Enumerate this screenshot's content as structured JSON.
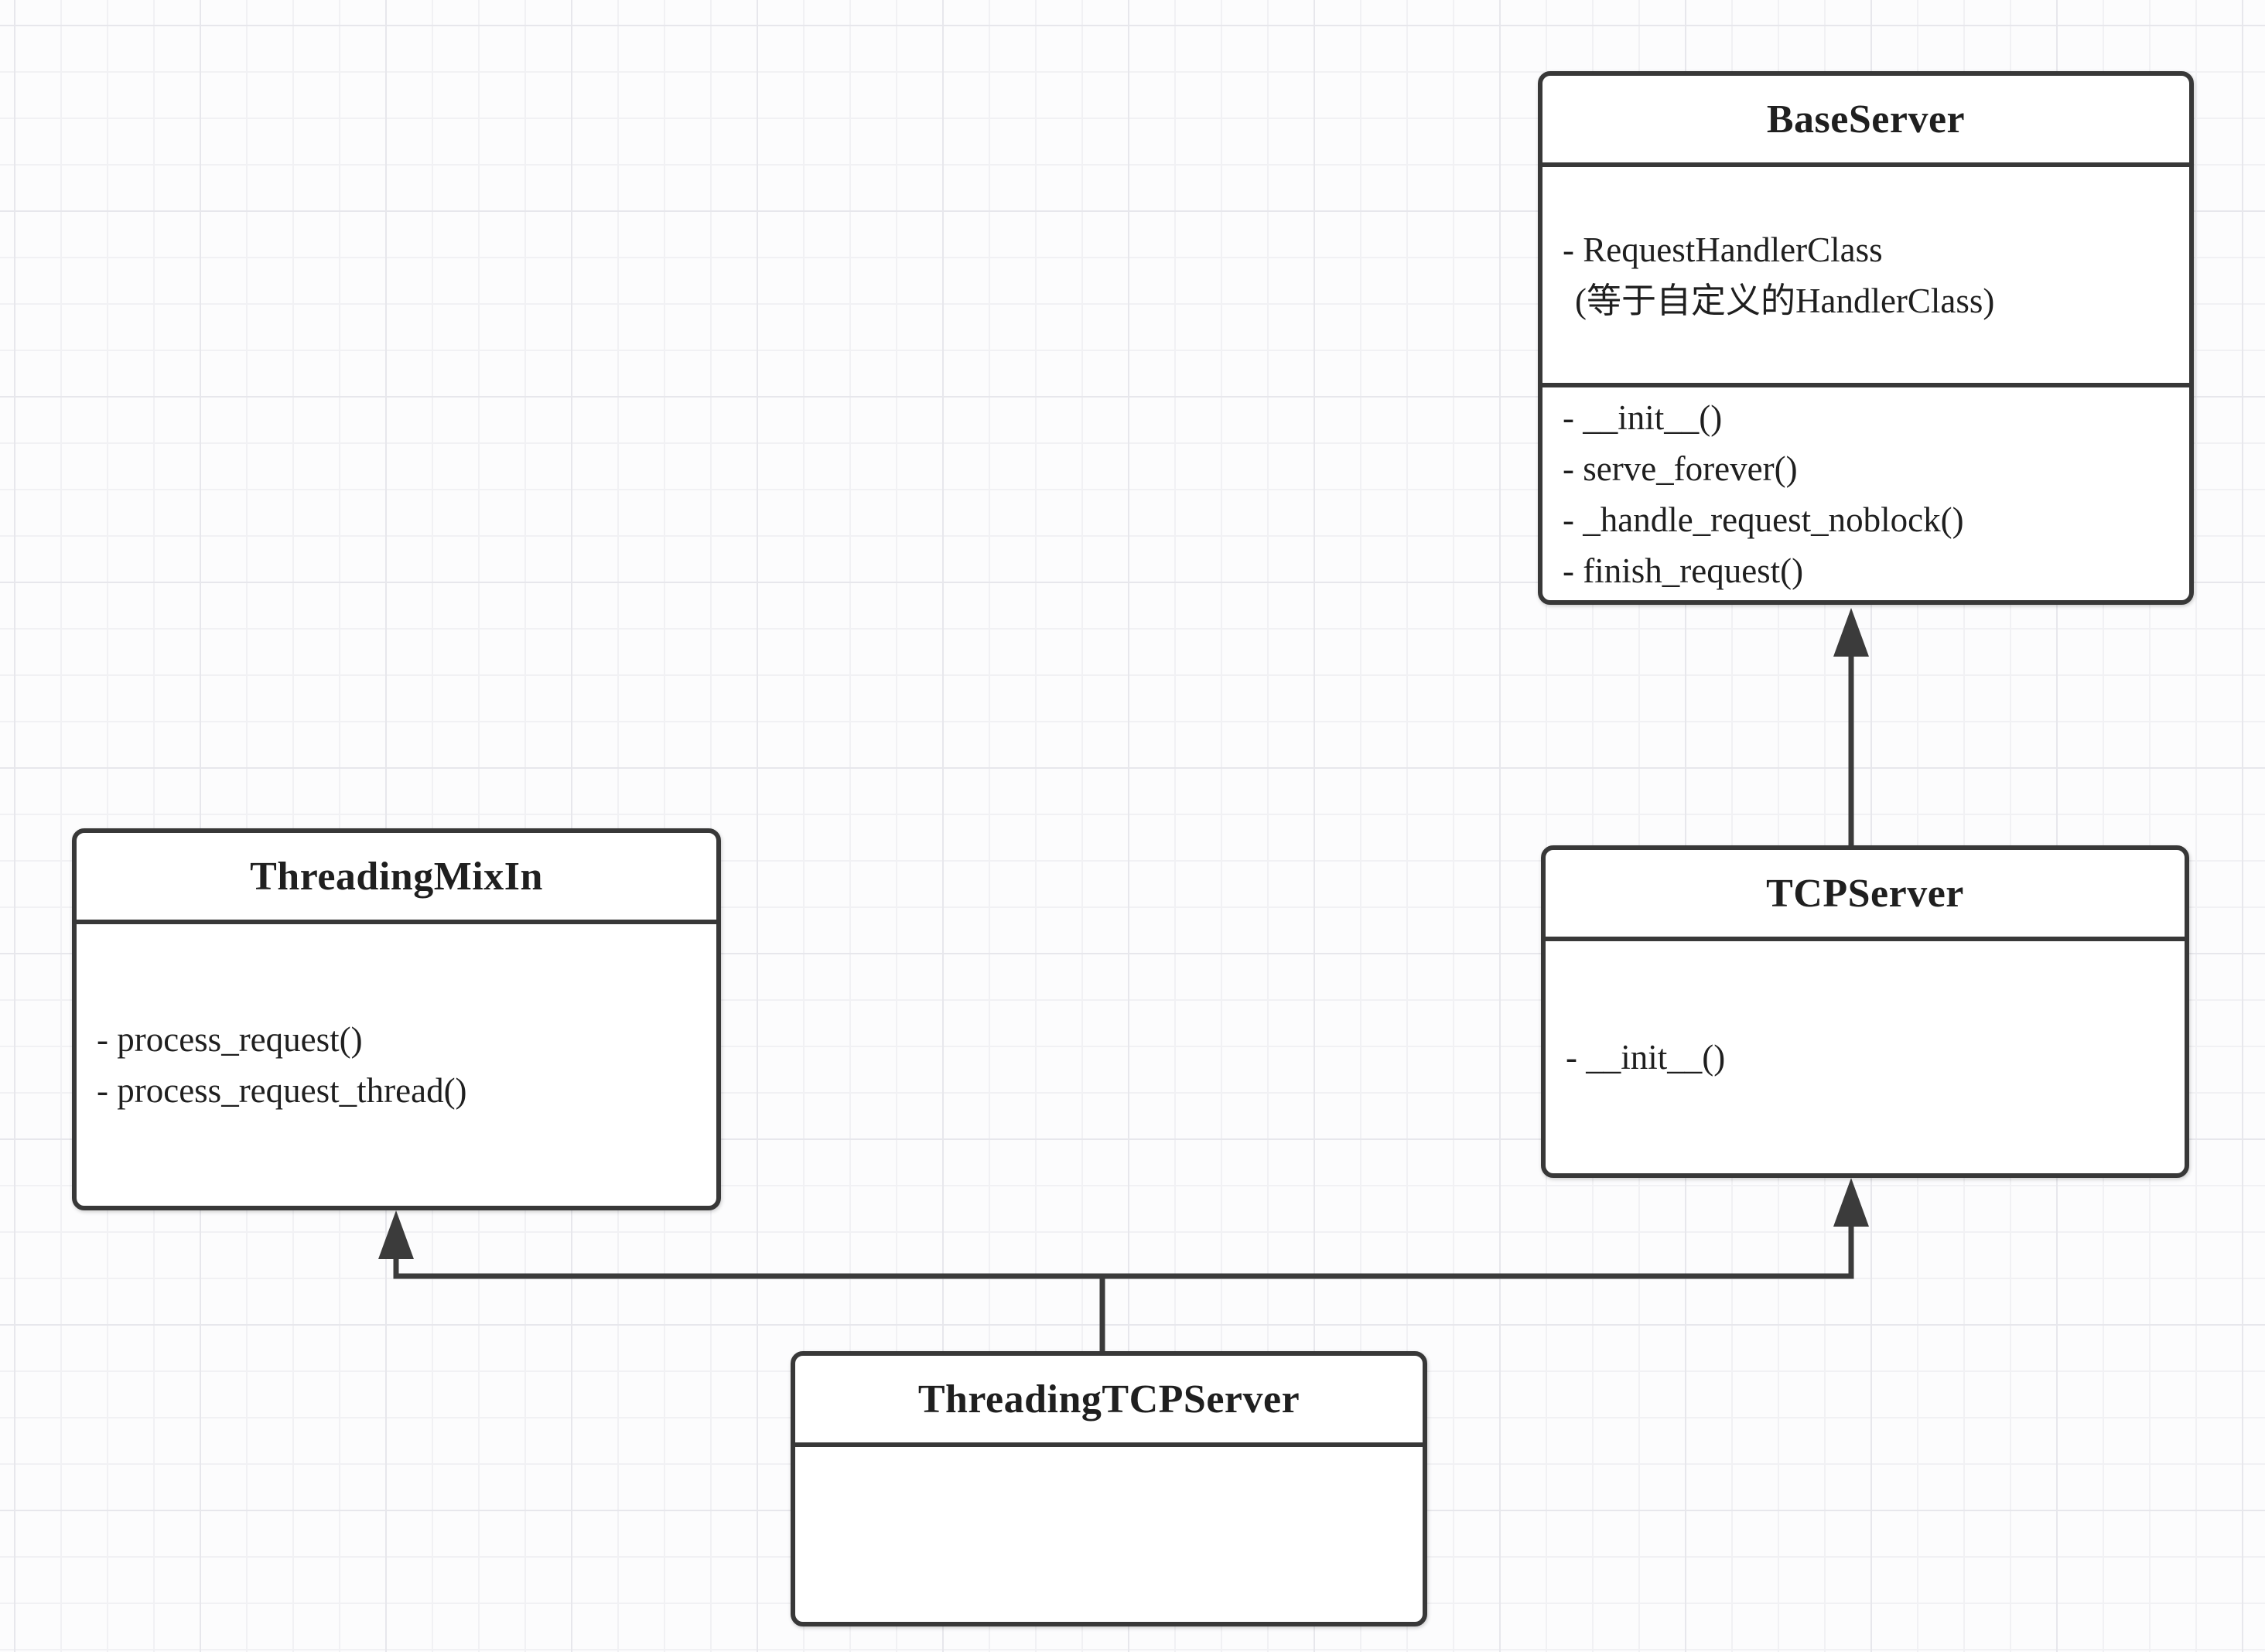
{
  "classes": {
    "base_server": {
      "name": "BaseServer",
      "attributes": [
        "- RequestHandlerClass",
        "(等于自定义的HandlerClass)"
      ],
      "methods": [
        "- __init__()",
        "- serve_forever()",
        "- _handle_request_noblock()",
        "- finish_request()"
      ]
    },
    "threading_mixin": {
      "name": "ThreadingMixIn",
      "methods": [
        "- process_request()",
        "- process_request_thread()"
      ]
    },
    "tcp_server": {
      "name": "TCPServer",
      "methods": [
        "- __init__()"
      ]
    },
    "threading_tcp_server": {
      "name": "ThreadingTCPServer",
      "methods": []
    }
  },
  "relations": [
    {
      "from": "TCPServer",
      "to": "BaseServer",
      "type": "inheritance-arrow"
    },
    {
      "from": "ThreadingTCPServer",
      "to": "ThreadingMixIn",
      "type": "inheritance-arrow"
    },
    {
      "from": "ThreadingTCPServer",
      "to": "TCPServer",
      "type": "inheritance-arrow"
    }
  ],
  "colors": {
    "box_border": "#383838",
    "connector": "#3b3b3b",
    "text": "#1f1f1f",
    "box_fill": "#ffffff",
    "canvas_bg": "#fcfcfd",
    "grid_minor": "#f1f1f4",
    "grid_major": "#e7e7ec"
  }
}
